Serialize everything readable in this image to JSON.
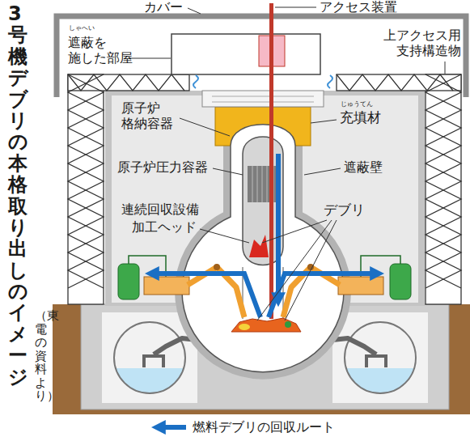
{
  "diagram": {
    "title": "3号機デブリの本格取り出しのイメージ",
    "caption": "（東電の資料より）",
    "labels": [
      "カバー",
      "アクセス装置",
      "しゃへい",
      "遮蔽を 施した部屋",
      "上アクセス用 支持構造物",
      "原子炉 格納容器",
      "じゅうてん",
      "充填材",
      "原子炉圧力容器",
      "遮蔽壁",
      "連続回収設備",
      "加工ヘッド",
      "デブリ"
    ],
    "legend": [
      {
        "text": "燃料デブリの回収ルート"
      }
    ]
  }
}
